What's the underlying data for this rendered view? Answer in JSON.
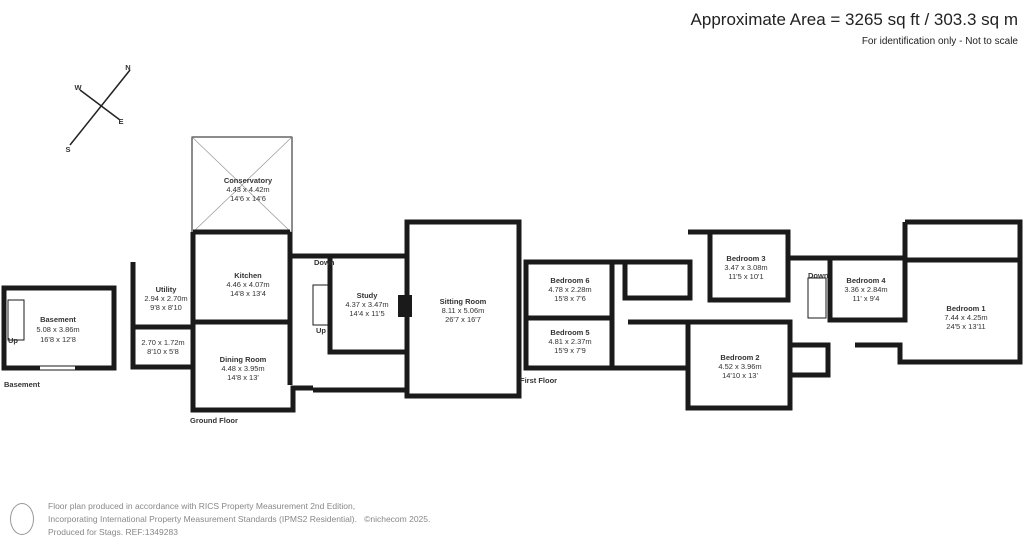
{
  "header": {
    "area": "Approximate Area = 3265 sq ft / 303.3 sq m",
    "note": "For identification only - Not to scale"
  },
  "compass": {
    "n": "N",
    "e": "E",
    "s": "S",
    "w": "W"
  },
  "floors": {
    "basement": "Basement",
    "ground": "Ground Floor",
    "first": "First Floor"
  },
  "rooms": {
    "basement": {
      "name": "Basement",
      "m": "5.08 x 3.86m",
      "ft": "16'8 x 12'8"
    },
    "conservatory": {
      "name": "Conservatory",
      "m": "4.43 x 4.42m",
      "ft": "14'6 x 14'6"
    },
    "kitchen": {
      "name": "Kitchen",
      "m": "4.46 x 4.07m",
      "ft": "14'8 x 13'4"
    },
    "utility": {
      "name": "Utility",
      "m": "2.94 x 2.70m",
      "ft": "9'8 x 8'10"
    },
    "store": {
      "m": "2.70 x 1.72m",
      "ft": "8'10 x 5'8"
    },
    "dining": {
      "name": "Dining Room",
      "m": "4.48 x 3.95m",
      "ft": "14'8 x 13'"
    },
    "study": {
      "name": "Study",
      "m": "4.37 x 3.47m",
      "ft": "14'4 x 11'5"
    },
    "sitting": {
      "name": "Sitting Room",
      "m": "8.11 x 5.06m",
      "ft": "26'7 x 16'7"
    },
    "bed6": {
      "name": "Bedroom 6",
      "m": "4.78 x 2.28m",
      "ft": "15'8 x 7'6"
    },
    "bed5": {
      "name": "Bedroom 5",
      "m": "4.81 x 2.37m",
      "ft": "15'9 x 7'9"
    },
    "bed3": {
      "name": "Bedroom 3",
      "m": "3.47 x 3.08m",
      "ft": "11'5 x 10'1"
    },
    "bed2": {
      "name": "Bedroom 2",
      "m": "4.52 x 3.96m",
      "ft": "14'10 x 13'"
    },
    "bed4": {
      "name": "Bedroom 4",
      "m": "3.36 x 2.84m",
      "ft": "11' x 9'4"
    },
    "bed1": {
      "name": "Bedroom 1",
      "m": "7.44 x 4.25m",
      "ft": "24'5 x 13'11"
    }
  },
  "stairs": {
    "up": "Up",
    "down": "Down"
  },
  "footer": {
    "line1": "Floor plan produced in accordance with RICS Property Measurement 2nd Edition,",
    "line2": "Incorporating International Property Measurement Standards (IPMS2 Residential).",
    "brand": "©nichecom 2025.",
    "line3": "Produced for Stags.   REF:1349283"
  }
}
